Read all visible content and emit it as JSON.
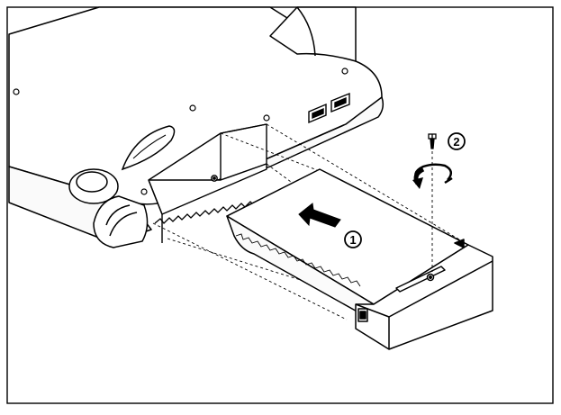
{
  "figure": {
    "steps": [
      {
        "number": "1",
        "action": "slide-in-arrow"
      },
      {
        "number": "2",
        "action": "tighten-screw"
      }
    ],
    "icons": [
      "arrow-left-icon",
      "rotate-clockwise-icon",
      "screw-icon"
    ]
  }
}
